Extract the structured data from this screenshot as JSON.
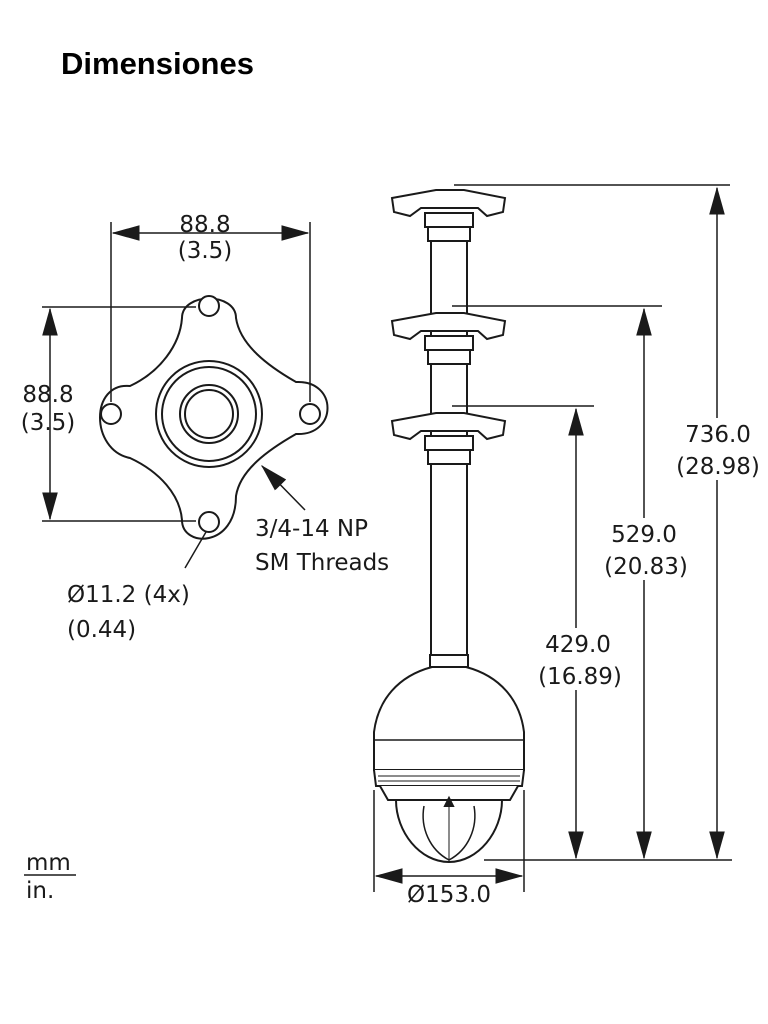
{
  "page_title": "Dimensiones",
  "units": {
    "top": "mm",
    "bottom": "in."
  },
  "mount_plate": {
    "width": {
      "mm": "88.8",
      "in": "(3.5)"
    },
    "height": {
      "mm": "88.8",
      "in": "(3.5)"
    },
    "thread_callout": {
      "line1": "3/4-14 NP",
      "line2": "SM Threads"
    },
    "hole_callout": {
      "line1": "Ø11.2 (4x)",
      "line2": "(0.44)"
    }
  },
  "pendant_assembly": {
    "lengths": [
      {
        "mm": "736.0",
        "in": "(28.98)"
      },
      {
        "mm": "529.0",
        "in": "(20.83)"
      },
      {
        "mm": "429.0",
        "in": "(16.89)"
      }
    ],
    "diameter": "Ø153.0"
  },
  "colors": {
    "line": "#1a1a1a",
    "fill": "#ffffff"
  }
}
